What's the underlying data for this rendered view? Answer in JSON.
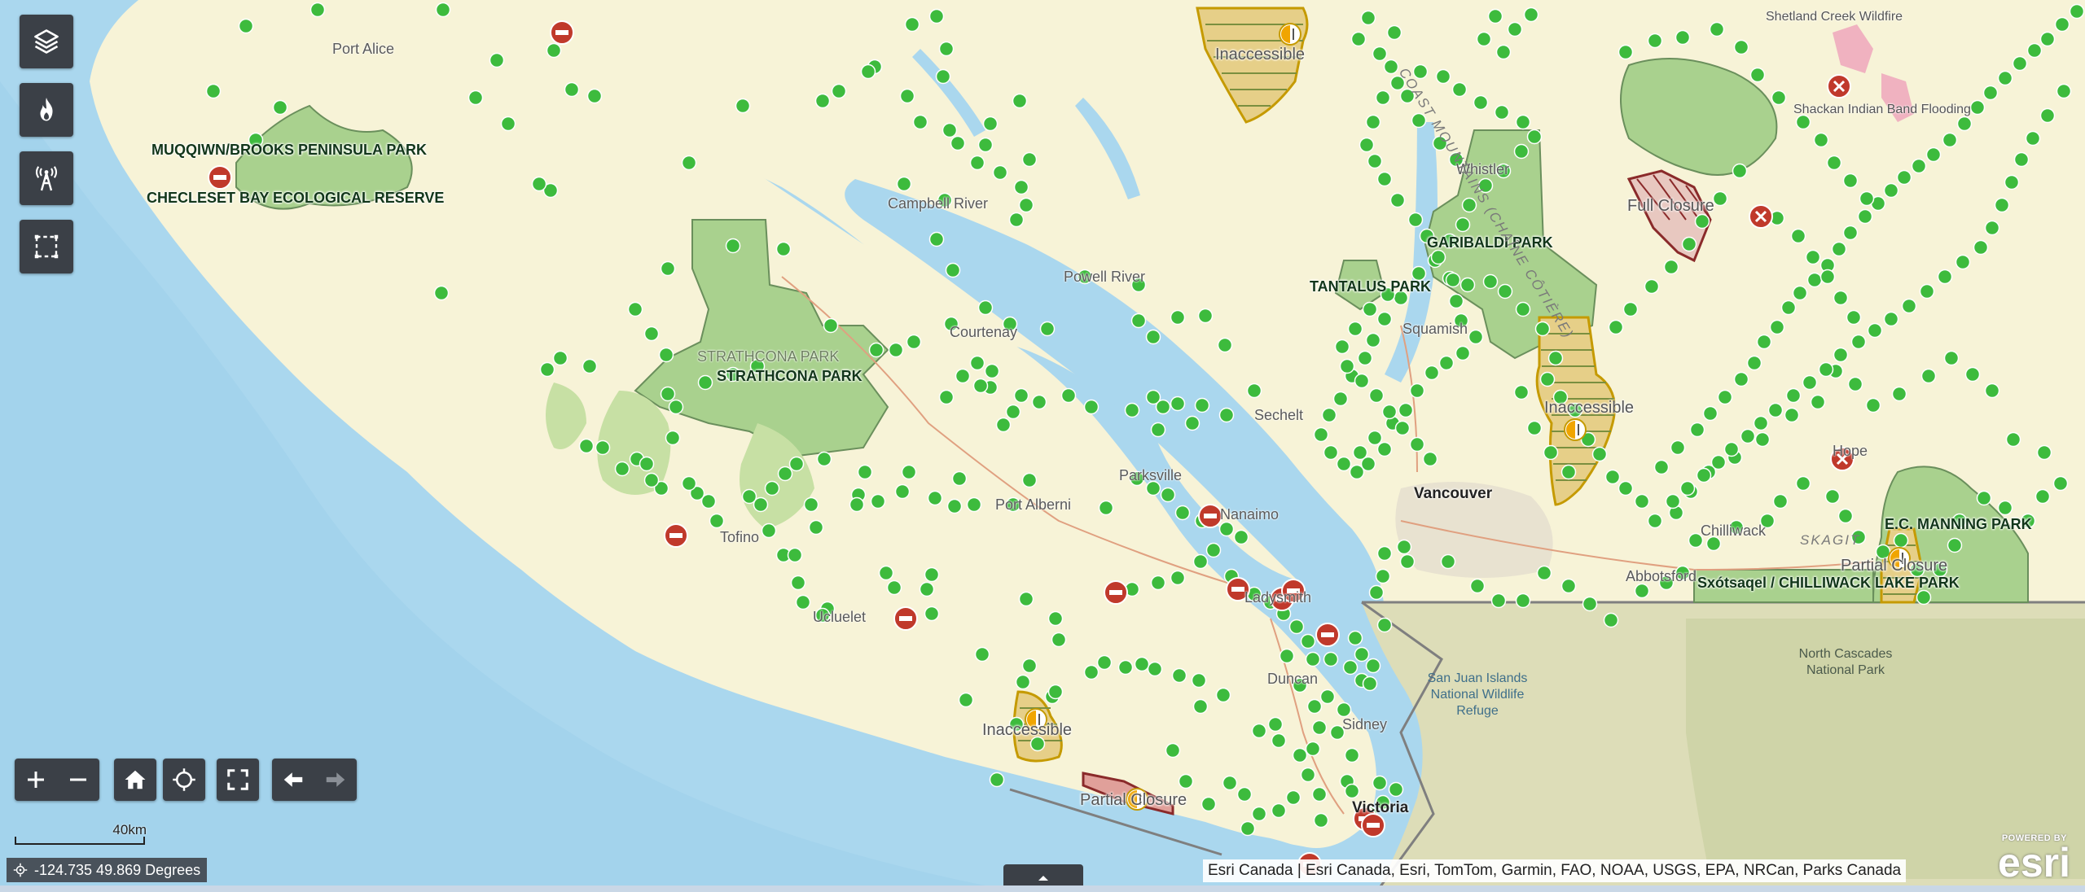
{
  "map": {
    "colors": {
      "ocean": "#aad7ee",
      "land": "#f7f3d7",
      "park": "#a9d18e",
      "usa_land": "#ddddb8",
      "point_open": "#3dbb3d",
      "closure_red": "#c0392b",
      "partial_orange": "#f0a500"
    },
    "parks": {
      "muqqiwn": "MUQQIWN/BROOKS PENINSULA PARK",
      "checleset": "CHECLESET BAY ECOLOGICAL RESERVE",
      "strathcona": "STRATHCONA PARK",
      "strathcona_small": "STRATHCONA PARK",
      "garibaldi": "GARIBALDI PARK",
      "tantalus": "TANTALUS PARK",
      "manning": "E.C. MANNING PARK",
      "chilliwack": "Sxótsaqel / CHILLIWACK LAKE PARK"
    },
    "places": {
      "port_alice": "Port Alice",
      "campbell_river": "Campbell River",
      "powell_river": "Powell River",
      "courtenay": "Courtenay",
      "sechelt": "Sechelt",
      "squamish": "Squamish",
      "whistler": "Whistler",
      "parksville": "Parksville",
      "port_alberni": "Port Alberni",
      "nanaimo": "Nanaimo",
      "tofino": "Tofino",
      "ucluelet": "Ucluelet",
      "ladysmith": "Ladysmith",
      "duncan": "Duncan",
      "sidney": "Sidney",
      "victoria": "Victoria",
      "vancouver": "Vancouver",
      "abbotsford": "Abbotsford",
      "chilliwack": "Chilliwack",
      "hope": "Hope",
      "coast_mountains": "COAST MOUNTAINS (CHAÎNE CÔTIÈRE)",
      "skagit": "SKAGIT"
    },
    "status": {
      "inaccessible_1": "Inaccessible",
      "inaccessible_2": "Inaccessible",
      "inaccessible_3": "Inaccessible",
      "full_closure": "Full Closure",
      "partial_closure_1": "Partial Closure",
      "partial_closure_2": "Partial Closure"
    },
    "events": {
      "shetland": "Shetland Creek Wildfire",
      "shackan": "Shackan Indian Band Flooding"
    },
    "usa": {
      "north_cascades": "North Cascades National Park",
      "san_juan": "San Juan Islands National Wildlife Refuge"
    }
  },
  "toolbar": {
    "layers_icon": "layers-icon",
    "wildfire_icon": "fire-icon",
    "tower_icon": "signal-tower-icon",
    "select_icon": "select-area-icon"
  },
  "scale": {
    "label": "40km"
  },
  "coordinates": {
    "text": "-124.735 49.869 Degrees"
  },
  "attribution": {
    "text": "Esri Canada | Esri Canada, Esri, TomTom, Garmin, FAO, NOAA, USGS, EPA, NRCan, Parks Canada"
  },
  "logo": {
    "powered": "POWERED BY",
    "name": "esri"
  }
}
